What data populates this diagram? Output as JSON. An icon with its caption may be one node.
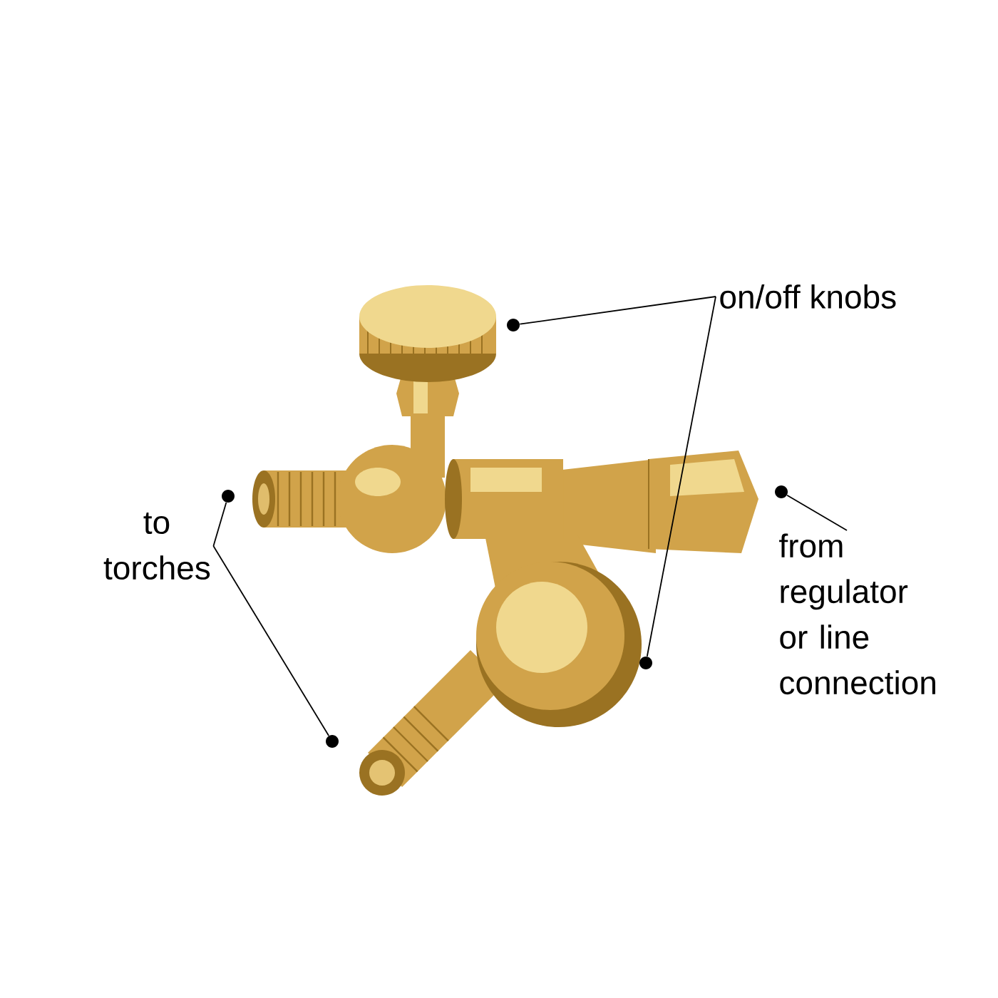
{
  "diagram": {
    "nodes": [
      {
        "text": [
          "on/off knobs"
        ]
      },
      {
        "text": [
          "to torches"
        ]
      },
      {
        "text": [
          "from regulator or line connection"
        ]
      },
      {
        "text": [],
        "shape": "circle"
      },
      {
        "text": [],
        "shape": "circle"
      },
      {
        "text": [],
        "shape": "circle"
      },
      {
        "text": [],
        "shape": "circle"
      },
      {
        "text": [],
        "shape": "circle"
      }
    ],
    "edges": [
      {
        "from": 0,
        "to": 3,
        "arrow": "none"
      },
      {
        "from": 0,
        "to": 4,
        "arrow": "none"
      },
      {
        "from": 1,
        "to": 5,
        "arrow": "none"
      },
      {
        "from": 1,
        "to": 6,
        "arrow": "none"
      },
      {
        "from": 2,
        "to": 7,
        "arrow": "none"
      }
    ]
  }
}
